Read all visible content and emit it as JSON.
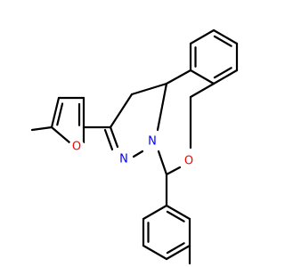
{
  "molecule": {
    "colors": {
      "bond": "#000000",
      "oxygen": "#ff0000",
      "nitrogen": "#0000ff",
      "background": "#ffffff"
    },
    "atoms": {
      "furan_oxygen": "O",
      "ring_oxygen": "O",
      "nitrogen_left": "N",
      "nitrogen_right": "N"
    }
  }
}
